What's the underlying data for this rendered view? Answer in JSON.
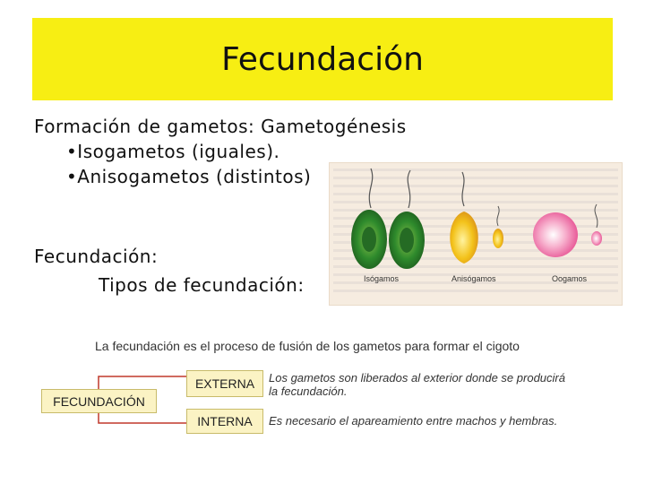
{
  "slide": {
    "title": "Fecundación",
    "bullets": {
      "heading": "Formación de gametos: Gametogénesis",
      "items": [
        "•Isogametos (iguales).",
        "•Anisogametos (distintos)"
      ]
    },
    "fecundacion": {
      "heading": "Fecundación:",
      "sub": "Tipos de fecundación:"
    }
  },
  "figure": {
    "captions": [
      "Isógamos",
      "Anisógamos",
      "Oogamos"
    ]
  },
  "diagram": {
    "definition": "La fecundación es el proceso de fusión de los gametos para formar el cigoto",
    "root": "FECUNDACIÓN",
    "branches": [
      {
        "label": "EXTERNA",
        "description": "Los gametos son liberados al exterior donde se producirá la fecundación."
      },
      {
        "label": "INTERNA",
        "description": "Es necesario el apareamiento entre machos y hembras."
      }
    ]
  },
  "colors": {
    "title_bg": "#f7ee13",
    "box_bg": "#fbf3c4",
    "connector": "#c0392b"
  }
}
